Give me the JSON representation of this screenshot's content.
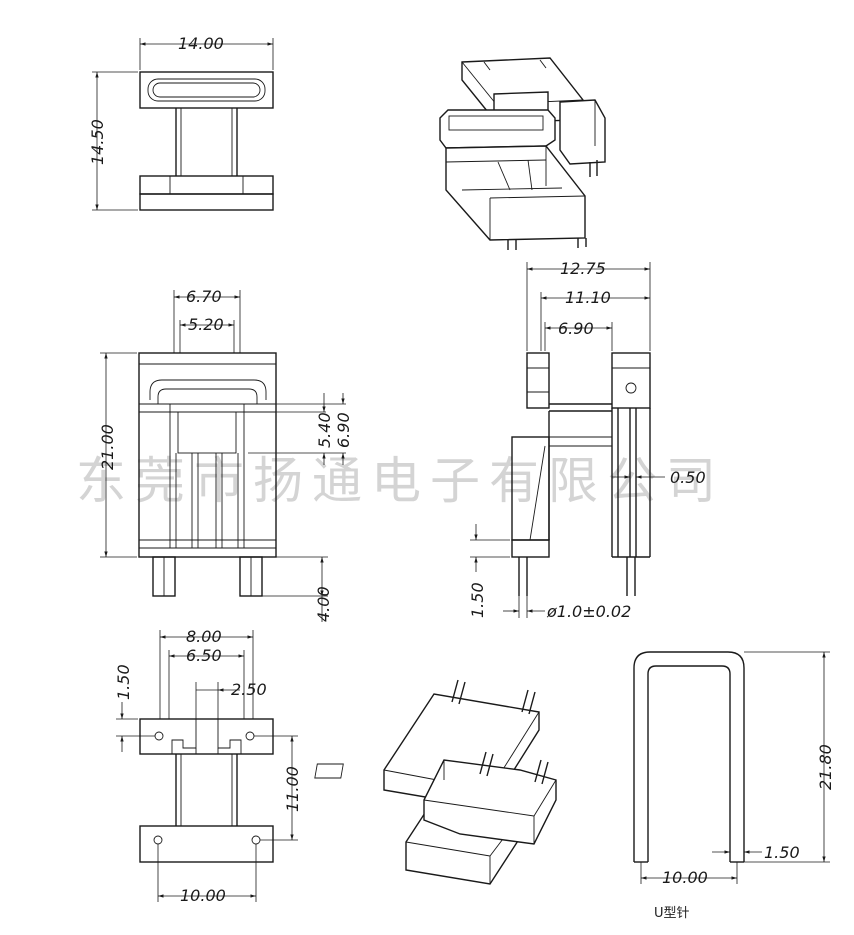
{
  "watermark": "东莞市扬通电子有限公司",
  "caption_u_pin": "U型针",
  "dims": {
    "top_width": "14.00",
    "top_height": "14.50",
    "front_6_70": "6.70",
    "front_5_20": "5.20",
    "front_height": "21.00",
    "front_5_40": "5.40",
    "front_6_90": "6.90",
    "front_pin": "4.00",
    "side_12_75": "12.75",
    "side_11_10": "11.10",
    "side_6_90": "6.90",
    "side_0_50": "0.50",
    "side_1_50": "1.50",
    "side_pin_dia": "ø1.0±0.02",
    "bottom_8_00": "8.00",
    "bottom_6_50": "6.50",
    "bottom_2_50": "2.50",
    "bottom_1_50": "1.50",
    "bottom_11_00": "11.00",
    "bottom_10_00": "10.00",
    "u_height": "21.80",
    "u_wire": "1.50",
    "u_width": "10.00"
  }
}
